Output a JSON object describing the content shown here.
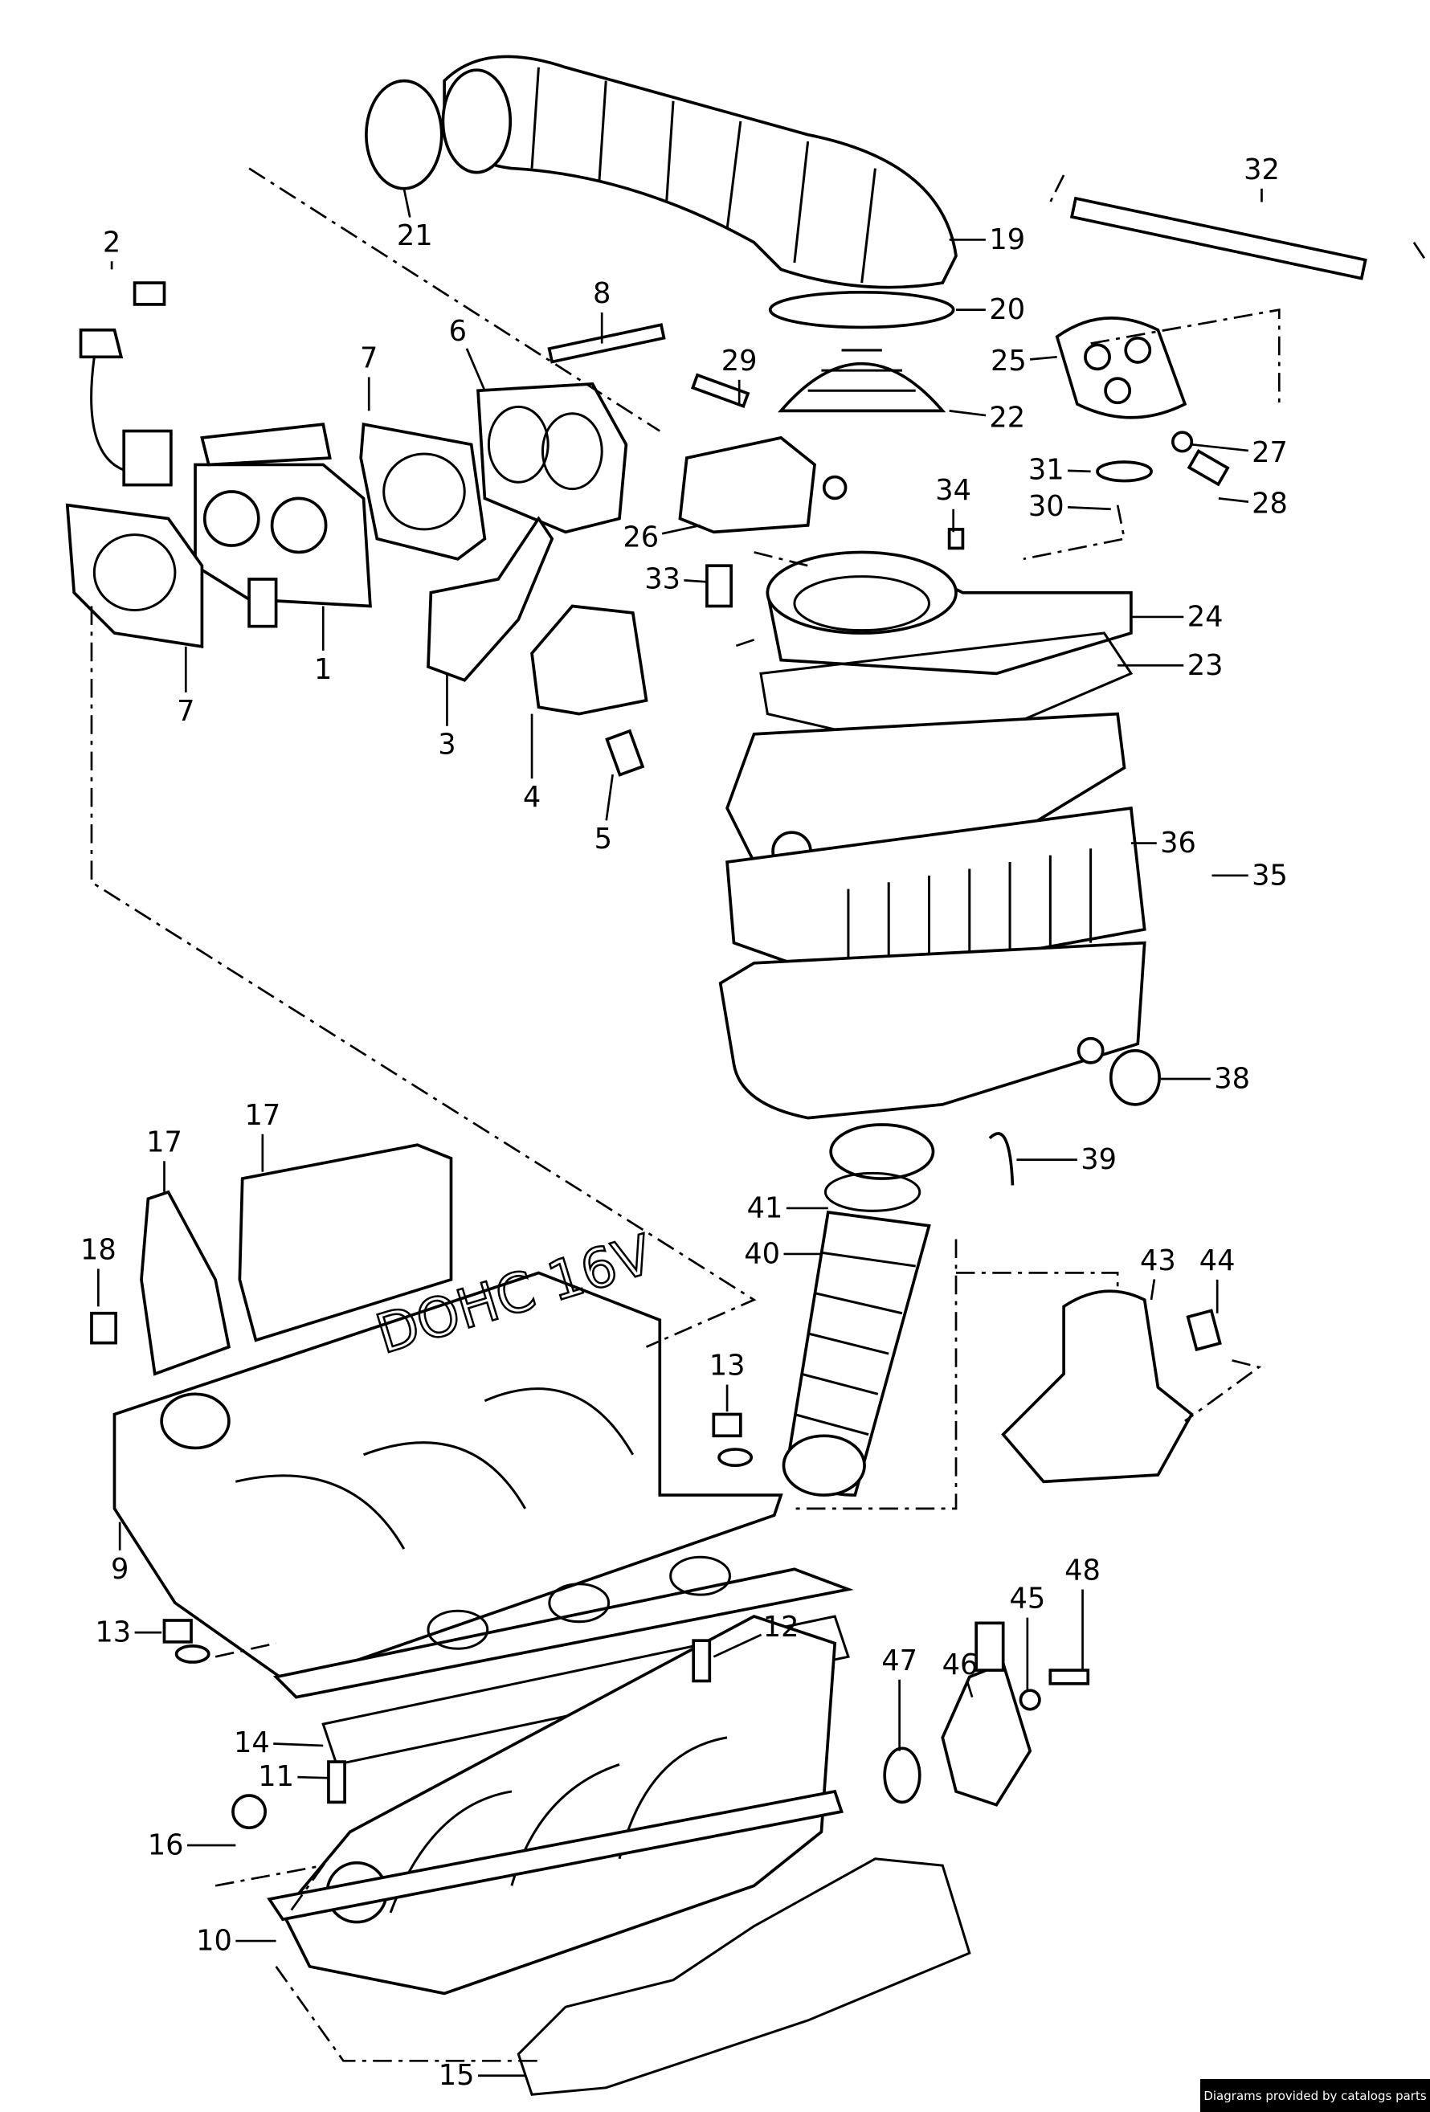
{
  "diagram": {
    "title": "Intake manifold / air filter exploded parts diagram",
    "callouts": [
      "21",
      "19",
      "20",
      "22",
      "2",
      "8",
      "6",
      "7",
      "7",
      "29",
      "25",
      "27",
      "31",
      "30",
      "28",
      "32",
      "26",
      "34",
      "33",
      "24",
      "23",
      "1",
      "3",
      "4",
      "5",
      "36",
      "35",
      "38",
      "39",
      "17",
      "17",
      "41",
      "40",
      "43",
      "44",
      "18",
      "13",
      "13",
      "9",
      "12",
      "45",
      "48",
      "47",
      "46",
      "14",
      "11",
      "16",
      "10",
      "15"
    ],
    "manifold_text": "DOHC 16V"
  },
  "footer": {
    "text": "Diagrams provided by catalogs parts"
  }
}
